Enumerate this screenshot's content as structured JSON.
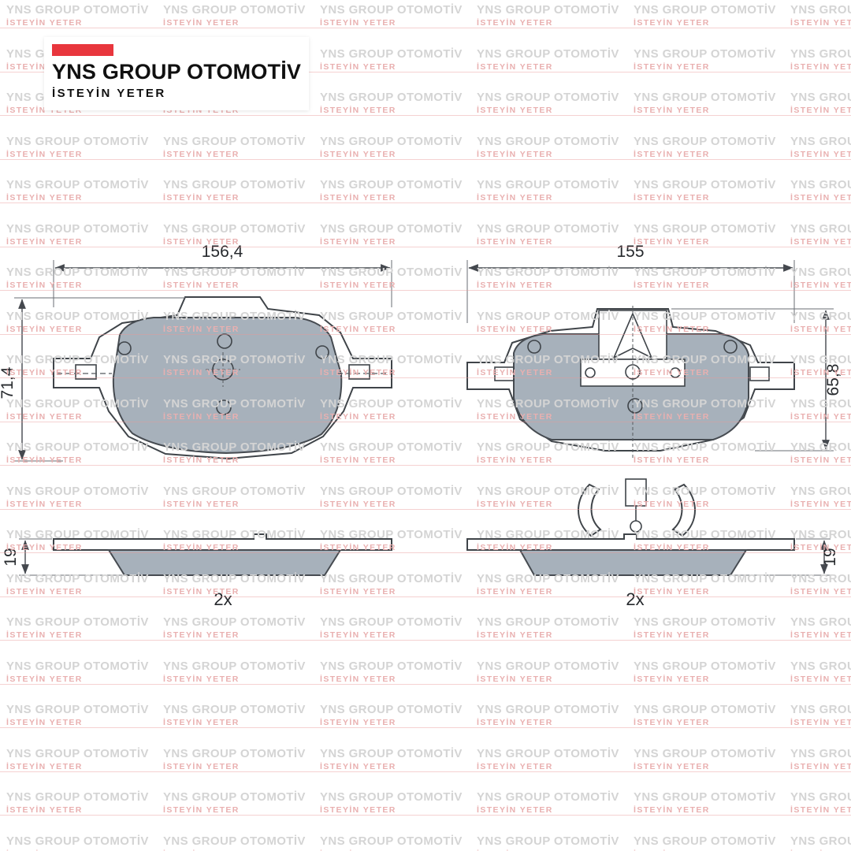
{
  "logo": {
    "title": "YNS GROUP OTOMOTİV",
    "tagline": "İSTEYİN YETER",
    "accent_color": "#e8363d"
  },
  "watermark": {
    "line1": "YNS GROUP OTOMOTİV",
    "line2": "İSTEYİN YETER"
  },
  "drawing": {
    "left_pad": {
      "width": "156,4",
      "height": "71,4",
      "thickness": "19",
      "quantity": "2x"
    },
    "right_pad": {
      "width": "155",
      "height": "65,8",
      "thickness": "19",
      "quantity": "2x"
    },
    "colors": {
      "pad_fill": "#a7b1bb",
      "line": "#3f4449"
    }
  }
}
